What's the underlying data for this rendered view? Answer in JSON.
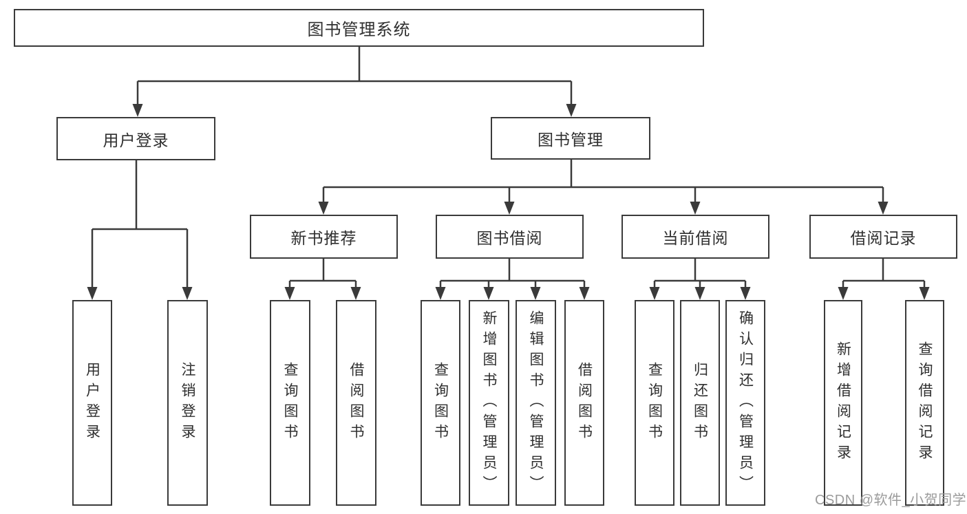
{
  "diagram": {
    "title_node": {
      "label": "图书管理系统"
    },
    "level2": {
      "user_login": {
        "label": "用户登录"
      },
      "book_mgmt": {
        "label": "图书管理"
      }
    },
    "level3": {
      "new_book_rec": {
        "label": "新书推荐"
      },
      "book_borrow": {
        "label": "图书借阅"
      },
      "current_borrow": {
        "label": "当前借阅"
      },
      "borrow_records": {
        "label": "借阅记录"
      }
    },
    "leaves": {
      "login": {
        "label": "用户登录"
      },
      "logout": {
        "label": "注销登录"
      },
      "query_books_new": {
        "label": "查询图书"
      },
      "borrow_books_new": {
        "label": "借阅图书"
      },
      "query_books_borrow": {
        "label": "查询图书"
      },
      "add_books_admin": {
        "label": "新增图书（管理员）"
      },
      "edit_books_admin": {
        "label": "编辑图书（管理员）"
      },
      "borrow_books_borrow": {
        "label": "借阅图书"
      },
      "query_books_current": {
        "label": "查询图书"
      },
      "return_books": {
        "label": "归还图书"
      },
      "confirm_return_admin": {
        "label": "确认归还（管理员）"
      },
      "add_borrow_record": {
        "label": "新增借阅记录"
      },
      "query_borrow_record": {
        "label": "查询借阅记录"
      }
    }
  },
  "watermark": {
    "text": "CSDN @软件_小贺同学"
  },
  "colors": {
    "line_color": "#3a3a3a",
    "text_color": "#2f2f2f",
    "box_bg": "#ffffff",
    "watermark_color": "#9b9b9b",
    "page_bg": "#ffffff"
  }
}
